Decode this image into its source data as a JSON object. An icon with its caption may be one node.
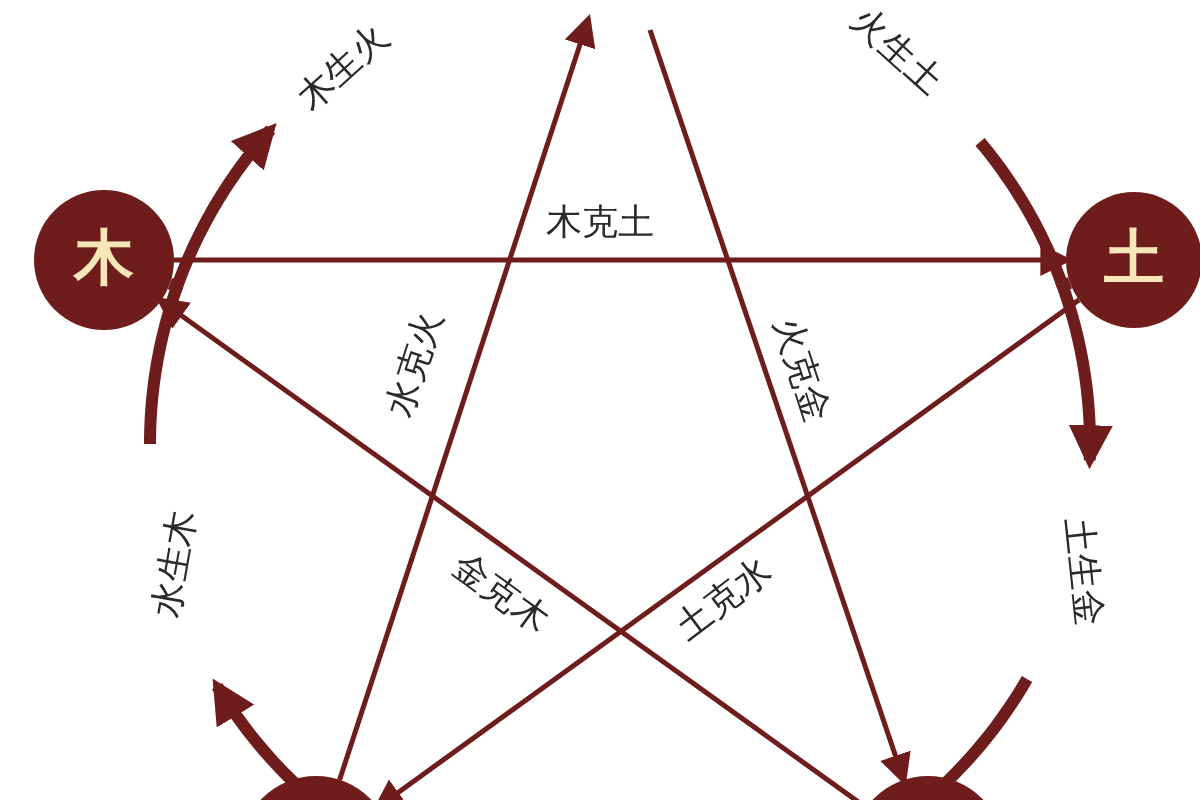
{
  "diagram": {
    "nodes": [
      {
        "text": [
          "木"
        ]
      },
      {
        "text": [
          "土"
        ]
      },
      {
        "text": [],
        "shape": "circle"
      },
      {
        "text": [],
        "shape": "circle"
      }
    ],
    "edges": [
      {
        "from": 0,
        "to": 1,
        "arrow": "to",
        "label": "木克土"
      },
      {
        "from": null,
        "to": 3,
        "arrow": "to",
        "label": "火克金"
      },
      {
        "from": 3,
        "to": 0,
        "arrow": "to",
        "label": "金克木"
      },
      {
        "from": 1,
        "to": 2,
        "arrow": "to",
        "label": "土克水"
      },
      {
        "from": 2,
        "to": null,
        "arrow": "to",
        "label": "水克火"
      },
      {
        "from": 2,
        "to": null,
        "arrow": "to",
        "label": "水生木",
        "style": "thick"
      },
      {
        "from": 0,
        "to": null,
        "arrow": "to",
        "label": "木生火",
        "style": "thick"
      },
      {
        "from": 1,
        "to": null,
        "arrow": "to",
        "label": "土生金",
        "style": "thick"
      },
      {
        "from": null,
        "to": 3,
        "arrow": "none",
        "style": "thick"
      }
    ],
    "labels": [
      "火生土"
    ]
  }
}
